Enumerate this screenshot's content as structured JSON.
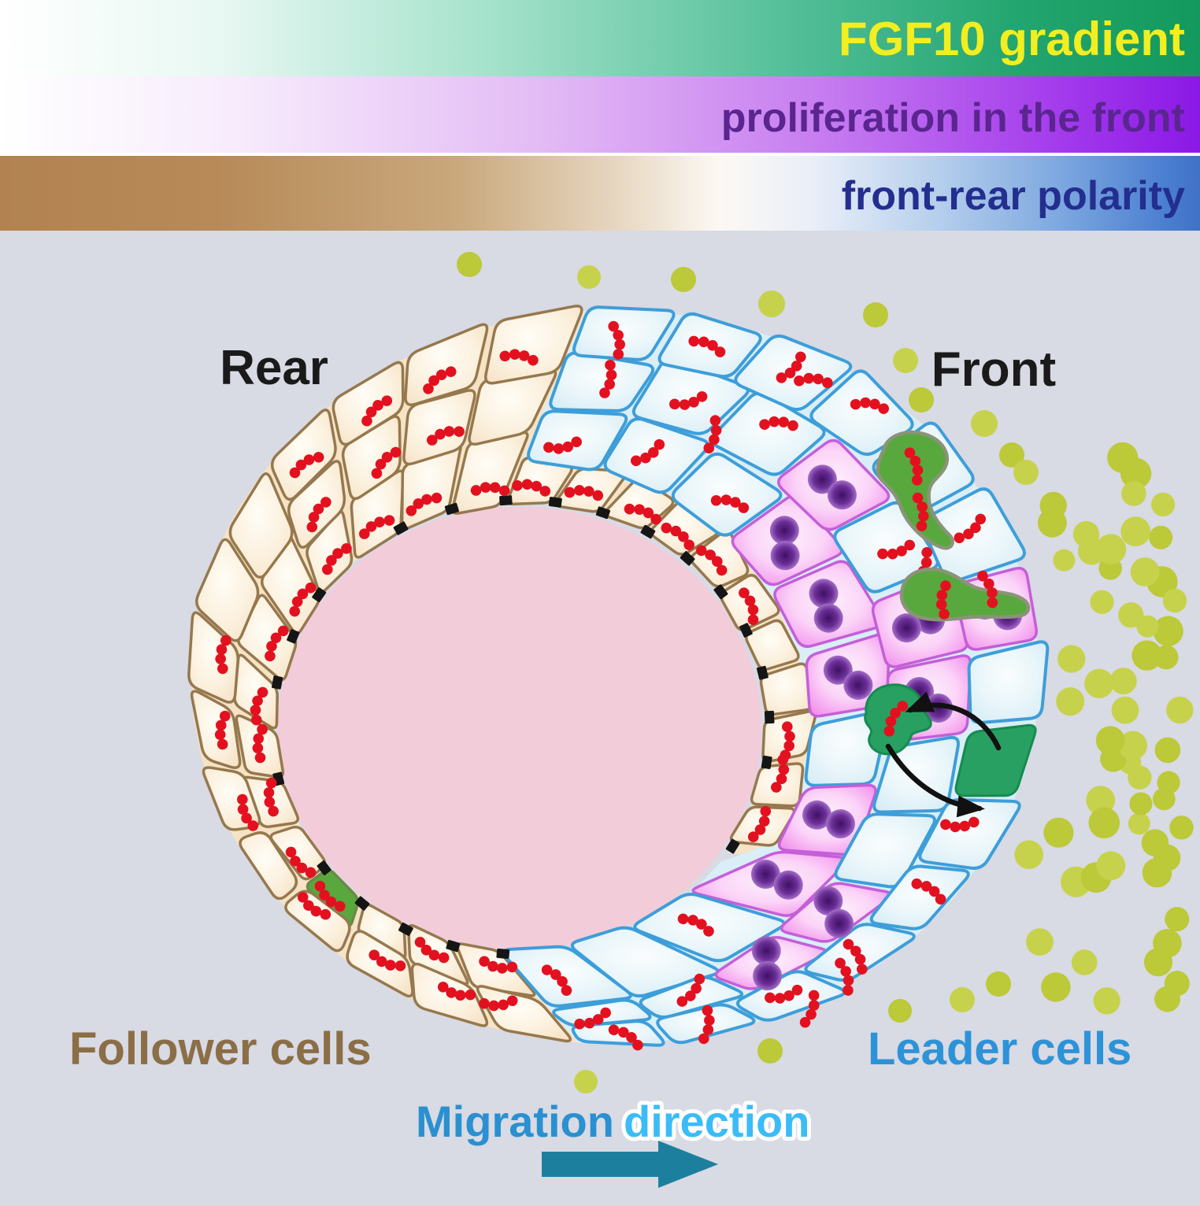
{
  "legend_bars": [
    {
      "label": "FGF10 gradient",
      "text_color": "#f2ee20",
      "stops": [
        {
          "c": "#ffffff",
          "p": 0
        },
        {
          "c": "#e9f8f3",
          "p": 18
        },
        {
          "c": "#a7e3cd",
          "p": 40
        },
        {
          "c": "#56c09b",
          "p": 65
        },
        {
          "c": "#22a56f",
          "p": 85
        },
        {
          "c": "#13995d",
          "p": 100
        }
      ]
    },
    {
      "label": "proliferation in the front",
      "text_color": "#5b2590",
      "stops": [
        {
          "c": "#ffffff",
          "p": 0
        },
        {
          "c": "#f7ebfc",
          "p": 20
        },
        {
          "c": "#e3bbf5",
          "p": 45
        },
        {
          "c": "#c77ef0",
          "p": 68
        },
        {
          "c": "#a43cec",
          "p": 88
        },
        {
          "c": "#8b18e6",
          "p": 100
        }
      ]
    },
    {
      "label": "front-rear polarity",
      "text_color": "#232e8f",
      "stops": [
        {
          "c": "#b28350",
          "p": 0
        },
        {
          "c": "#b78a58",
          "p": 18
        },
        {
          "c": "#c9a87c",
          "p": 38
        },
        {
          "c": "#e8d9c4",
          "p": 52
        },
        {
          "c": "#fcf9f4",
          "p": 60
        },
        {
          "c": "#e8eef8",
          "p": 68
        },
        {
          "c": "#b6cfec",
          "p": 78
        },
        {
          "c": "#7fa9e0",
          "p": 88
        },
        {
          "c": "#4b7fd0",
          "p": 97
        },
        {
          "c": "#3f72c8",
          "p": 100
        }
      ]
    }
  ],
  "labels": {
    "rear": "Rear",
    "front": "Front",
    "follower": "Follower cells",
    "leader": "Leader cells",
    "migration": "Migration",
    "direction": "direction"
  },
  "label_colors": {
    "rear": "#1a1a1a",
    "front": "#1a1a1a",
    "follower": "#8b6e46",
    "leader": "#2d93d8",
    "migration": "#2a90d0",
    "direction": "#3bbcf7"
  },
  "colors": {
    "background": "#d8dae4",
    "lumen": "#f3ccd9",
    "follower_fill": "#f6e3c6",
    "follower_stroke": "#96784e",
    "leader_fill": "#d9eef7",
    "leader_stroke": "#3d9ed9",
    "mitotic_fill": "#f07ae8",
    "mitotic_stroke": "#c45fd8",
    "nucleus": "#5a2384",
    "green_leader": "#28a062",
    "green_leader_stroke": "#168b50",
    "green_follower": "#58a83e",
    "green_follower_stroke": "#8a9478",
    "red_marker": "#e3111f",
    "junction": "#151515",
    "fgf10_dot_a": "#c6d24b",
    "fgf10_dot_b": "#bcc938",
    "exchange_arrow": "#111111",
    "migration_arrow": "#1c7f9e"
  }
}
